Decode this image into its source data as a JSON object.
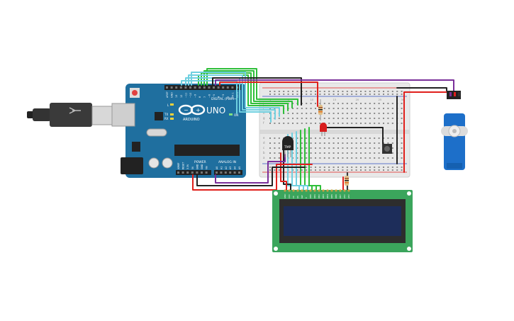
{
  "arduino": {
    "logo": "ARDUINO",
    "model": "UNO",
    "digital_header": "DIGITAL (PWM~)",
    "power_header": "POWER",
    "analog_header": "ANALOG IN",
    "tx_label": "TX",
    "rx_label": "RX",
    "l_label": "L",
    "on_label": "ON",
    "digital_pins": [
      "AREF",
      "GND",
      "13",
      "12",
      "~11",
      "~10",
      "~9",
      "8",
      "7",
      "~6",
      "~5",
      "4",
      "~3",
      "2",
      "TX 1",
      "RX 0"
    ],
    "power_pins": [
      "IOREF",
      "RESET",
      "3.3V",
      "5V",
      "GND",
      "GND",
      "Vin"
    ],
    "analog_pins": [
      "A0",
      "A1",
      "A2",
      "A3",
      "A4",
      "A5"
    ]
  },
  "sensor": {
    "label": "TMP"
  },
  "breadboard": {
    "col_labels_top": [
      "1",
      "5",
      "10",
      "15",
      "20",
      "25",
      "30"
    ],
    "row_labels_top": [
      "j",
      "i",
      "h",
      "g",
      "f"
    ],
    "row_labels_bottom": [
      "e",
      "d",
      "c",
      "b",
      "a"
    ]
  },
  "lcd": {
    "pins": [
      "GND",
      "VCC",
      "V0",
      "RS",
      "RW",
      "E",
      "DB0",
      "DB1",
      "DB2",
      "DB3",
      "DB4",
      "DB5",
      "DB6",
      "DB7",
      "LED",
      "LED"
    ]
  },
  "colors": {
    "board": "#1f6f9f",
    "wire_green": "#2fbf3a",
    "wire_cyan": "#6fd0e0",
    "wire_red": "#e0201c",
    "wire_black": "#222222",
    "wire_purple": "#7a2f9a",
    "lcd_green": "#3ba55c",
    "lcd_screen": "#1d2d5a",
    "servo_blue": "#1d6fc9",
    "led_red": "#d81d1d"
  }
}
